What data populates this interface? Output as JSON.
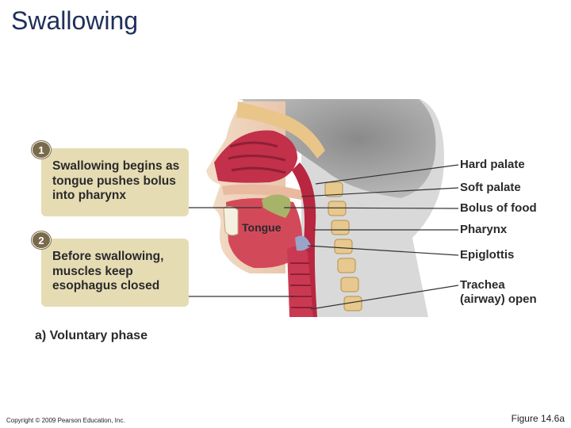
{
  "title": "Swallowing",
  "steps": [
    {
      "number": "1",
      "text": "Swallowing begins as tongue pushes bolus into pharynx"
    },
    {
      "number": "2",
      "text": "Before swallowing, muscles keep esophagus closed"
    }
  ],
  "labels": {
    "hard_palate": "Hard palate",
    "soft_palate": "Soft palate",
    "bolus": "Bolus of food",
    "pharynx": "Pharynx",
    "epiglottis": "Epiglottis",
    "trachea": "Trachea\n(airway) open",
    "tongue": "Tongue"
  },
  "caption": "a) Voluntary phase",
  "copyright": "Copyright © 2009 Pearson Education, Inc.",
  "figure": "Figure 14.6a"
}
